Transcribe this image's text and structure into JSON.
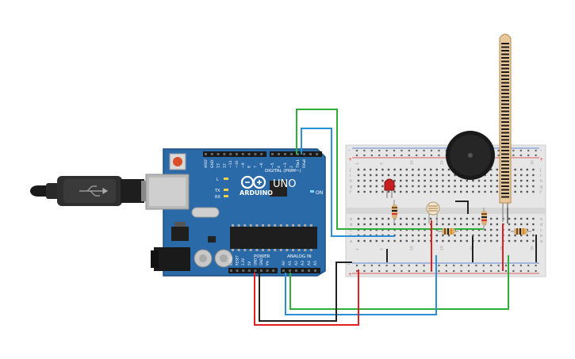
{
  "arduino": {
    "brand": "ARDUINO",
    "model": "UNO",
    "digital_header_label": "DIGITAL (PWM~)",
    "power_header_label": "POWER",
    "analog_header_label": "ANALOG IN",
    "on_label": "ON",
    "led_labels": [
      "L",
      "TX",
      "RX"
    ],
    "digital_pins": [
      "AREF",
      "GND",
      "13",
      "12",
      "~11",
      "~10",
      "~9",
      "8",
      "7",
      "~6",
      "~5",
      "4",
      "~3",
      "2",
      "TX▸1",
      "RX◂0"
    ],
    "power_pins": [
      "IOREF",
      "RESET",
      "3.3V",
      "5V",
      "GND",
      "GND",
      "Vin"
    ],
    "analog_pins": [
      "A0",
      "A1",
      "A2",
      "A3",
      "A4",
      "A5"
    ]
  },
  "breadboard": {
    "row_letters": [
      "a",
      "b",
      "c",
      "d",
      "e",
      "f",
      "g",
      "h",
      "i",
      "j"
    ],
    "column_numbers": [
      "1",
      "5",
      "10",
      "15",
      "20",
      "25",
      "30"
    ],
    "rail_plus": "+",
    "rail_minus": "-"
  },
  "colors": {
    "board": "#2b6aa8",
    "board_edge": "#1d4f83",
    "wire_green": "#2fae3a",
    "wire_blue": "#2a8fd6",
    "wire_red": "#e32020",
    "wire_black": "#222222",
    "breadboard": "#e9e9e9",
    "rail_red": "#d33",
    "rail_blue": "#36c"
  },
  "components": [
    "usb-cable",
    "arduino-uno",
    "breadboard",
    "red-led",
    "photoresistor",
    "piezo-buzzer",
    "flex-sensor",
    "resistor-1",
    "resistor-2",
    "resistor-3",
    "resistor-4"
  ]
}
